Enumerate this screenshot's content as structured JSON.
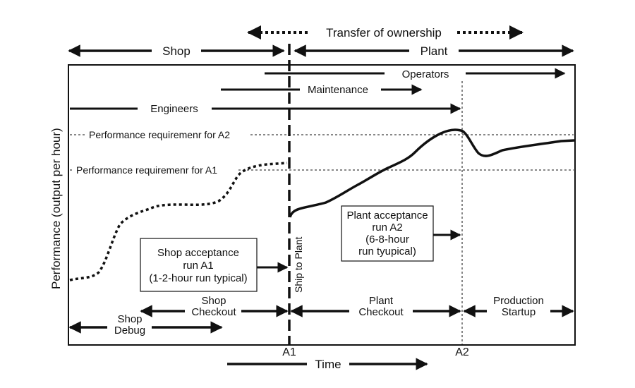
{
  "header": {
    "transfer": "Transfer of ownership",
    "shop": "Shop",
    "plant": "Plant"
  },
  "roles": {
    "operators": "Operators",
    "maintenance": "Maintenance",
    "engineers": "Engineers"
  },
  "requirements": {
    "a2": "Performance requiremenr for A2",
    "a1": "Performance requiremenr for A1"
  },
  "axes": {
    "ylabel": "Performance (output per hour)",
    "xlabel": "Time",
    "tick_a1": "A1",
    "tick_a2": "A2"
  },
  "markers": {
    "ship_to_plant": "Ship to Plant"
  },
  "callouts": {
    "shop_acceptance": [
      "Shop acceptance",
      "run A1",
      "(1-2-hour run typical)"
    ],
    "plant_acceptance": [
      "Plant acceptance",
      "run A2",
      "(6-8-hour",
      "run tyupical)"
    ]
  },
  "phases": {
    "shop_debug": [
      "Shop",
      "Debug"
    ],
    "shop_checkout": [
      "Shop",
      "Checkout"
    ],
    "plant_checkout": [
      "Plant",
      "Checkout"
    ],
    "production_startup": [
      "Production",
      "Startup"
    ]
  },
  "colors": {
    "ink": "#111111",
    "background": "#ffffff"
  }
}
